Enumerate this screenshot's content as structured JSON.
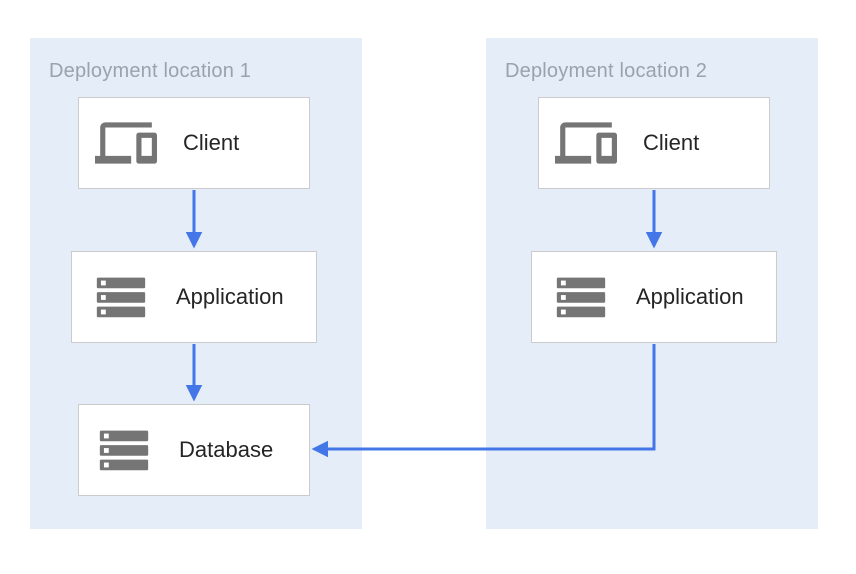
{
  "theme": {
    "canvas-bg": "#ffffff",
    "panel-bg": "#e4edf8",
    "box-bg": "#ffffff",
    "box-border": "#cbcbcb",
    "icon-color": "#757575",
    "label-color": "#252525",
    "title-color": "#9aa2ab",
    "arrow-color": "#4377e8"
  },
  "diagram": {
    "groups": [
      {
        "title": "Deployment location 1",
        "nodes": [
          {
            "label": "Client",
            "icon": "devices-icon"
          },
          {
            "label": "Application",
            "icon": "server-stack-icon"
          },
          {
            "label": "Database",
            "icon": "server-stack-icon"
          }
        ]
      },
      {
        "title": "Deployment location 2",
        "nodes": [
          {
            "label": "Client",
            "icon": "devices-icon"
          },
          {
            "label": "Application",
            "icon": "server-stack-icon"
          }
        ]
      }
    ],
    "connections": [
      {
        "from": "location-1-client",
        "to": "location-1-application"
      },
      {
        "from": "location-1-application",
        "to": "location-1-database"
      },
      {
        "from": "location-2-client",
        "to": "location-2-application"
      },
      {
        "from": "location-2-application",
        "to": "location-1-database"
      }
    ]
  }
}
